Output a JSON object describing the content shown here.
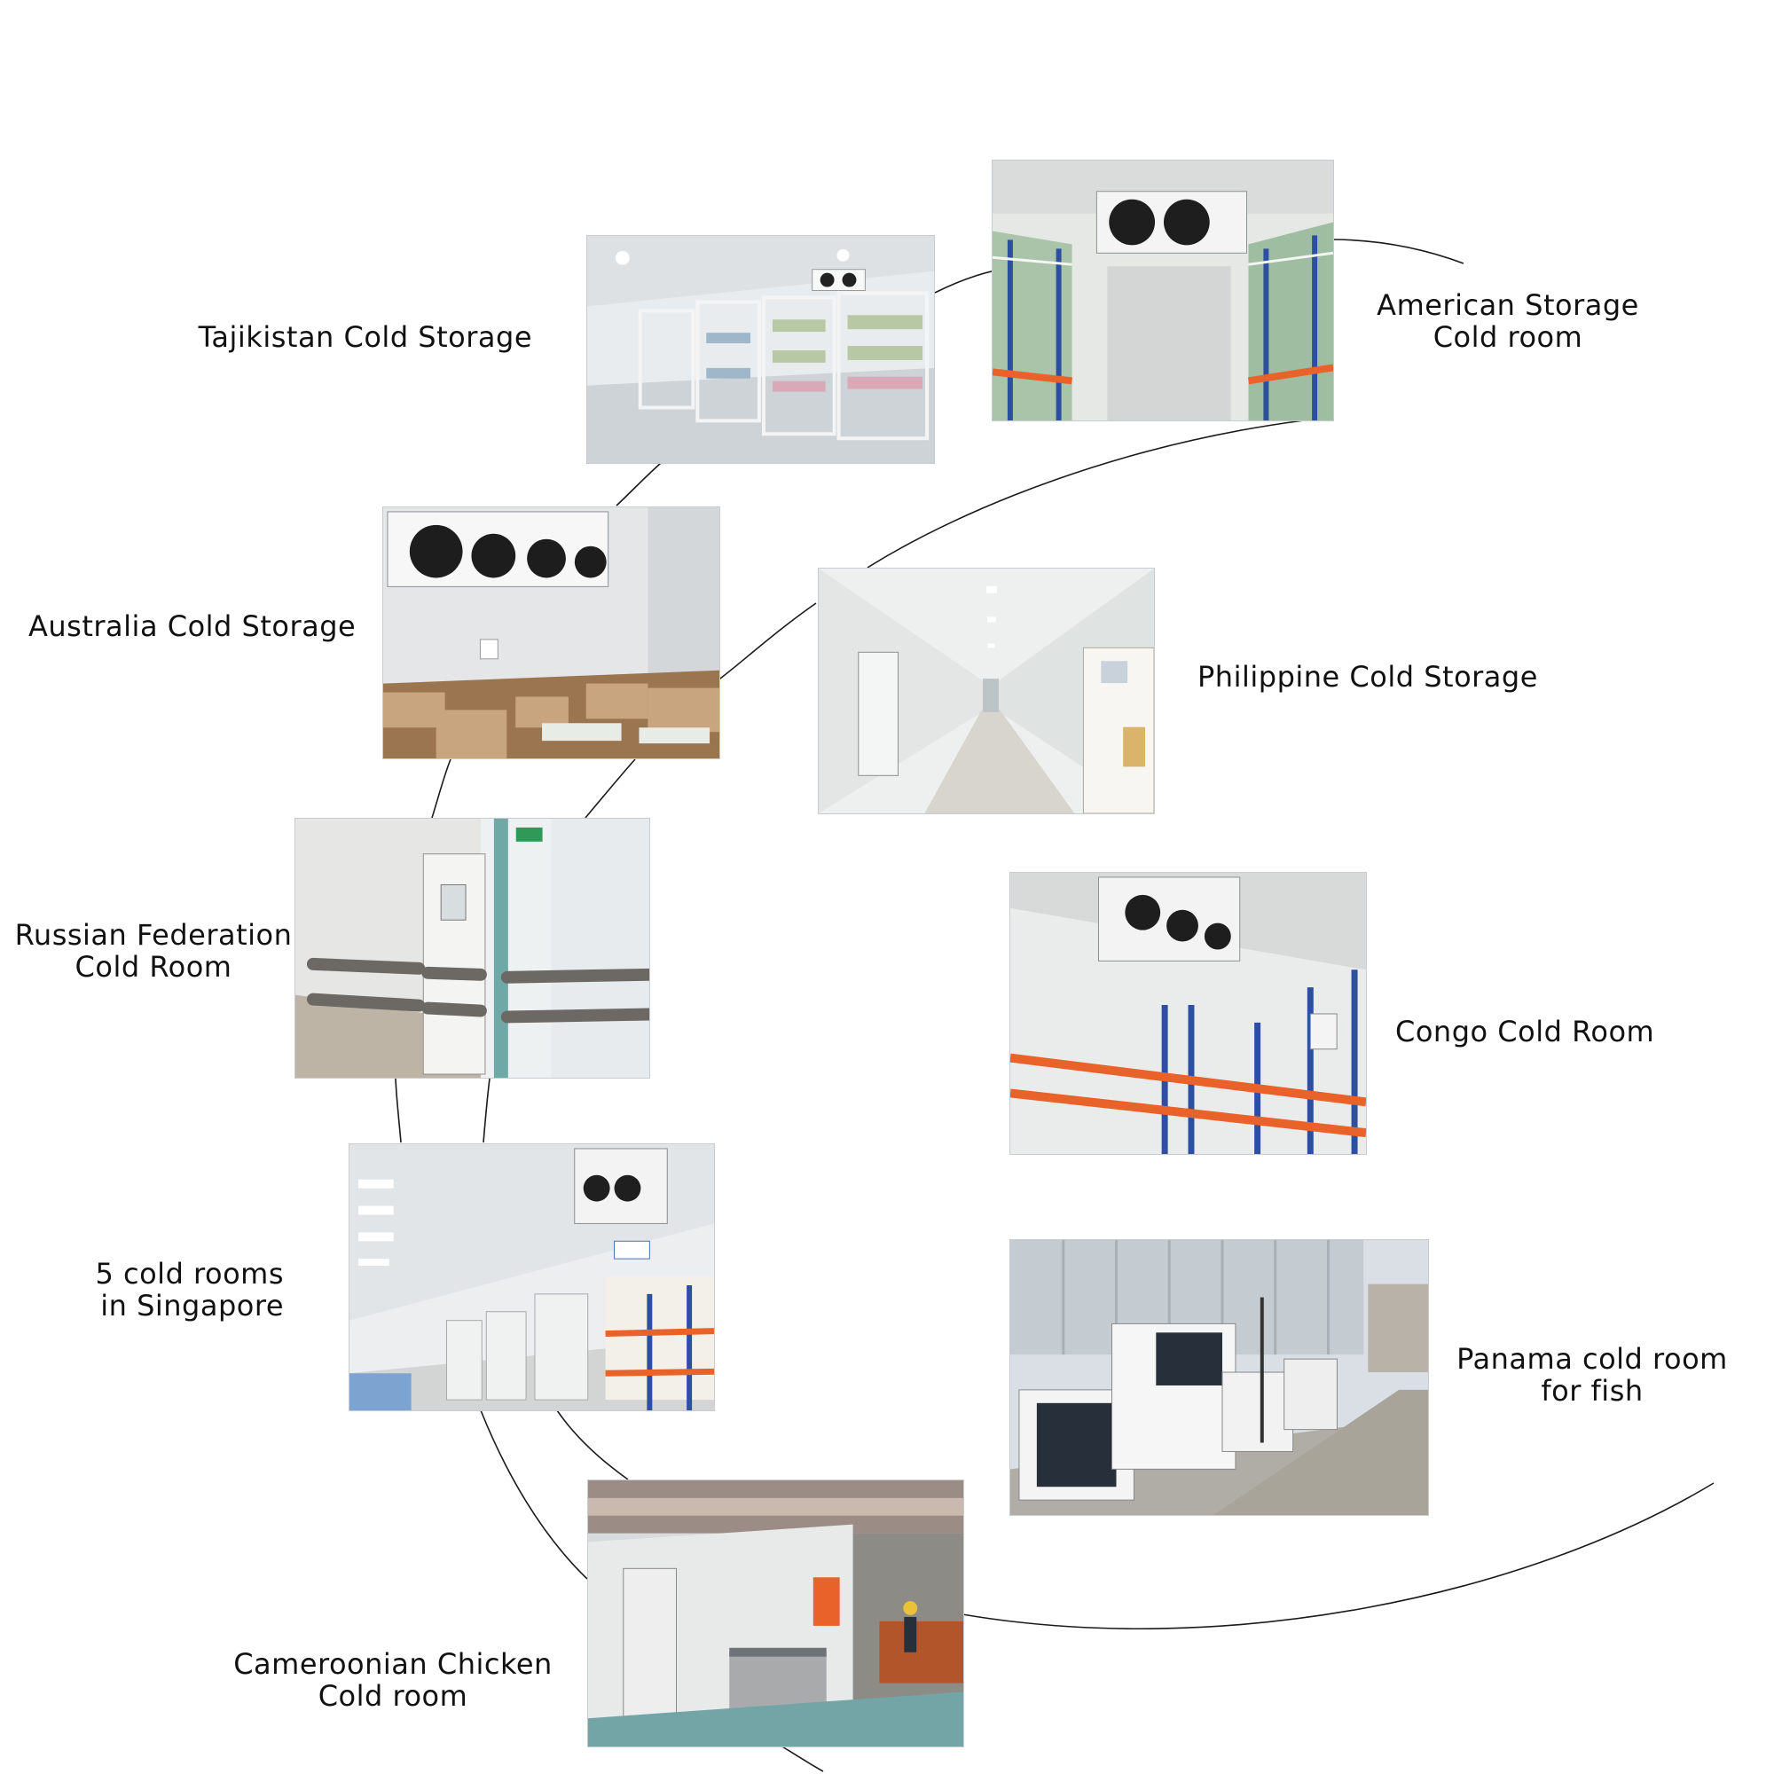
{
  "items": [
    {
      "id": "tajikistan",
      "lines": [
        "Tajikistan Cold Storage"
      ]
    },
    {
      "id": "american",
      "lines": [
        "American Storage",
        "Cold room"
      ]
    },
    {
      "id": "australia",
      "lines": [
        "Australia Cold Storage"
      ]
    },
    {
      "id": "philippine",
      "lines": [
        "Philippine Cold Storage"
      ]
    },
    {
      "id": "russian",
      "lines": [
        "Russian Federation",
        "Cold Room"
      ]
    },
    {
      "id": "congo",
      "lines": [
        "Congo Cold Room"
      ]
    },
    {
      "id": "singapore",
      "lines": [
        "5 cold rooms",
        "in Singapore"
      ]
    },
    {
      "id": "panama",
      "lines": [
        "Panama cold room",
        "for fish"
      ]
    },
    {
      "id": "cameroon",
      "lines": [
        "Cameroonian Chicken",
        "Cold room"
      ]
    }
  ],
  "colors": {
    "background": "#ffffff",
    "panel": "#e8ebed",
    "rack_orange": "#e8622a",
    "rack_blue": "#2c4fa3",
    "boxes": "#9a7550"
  }
}
